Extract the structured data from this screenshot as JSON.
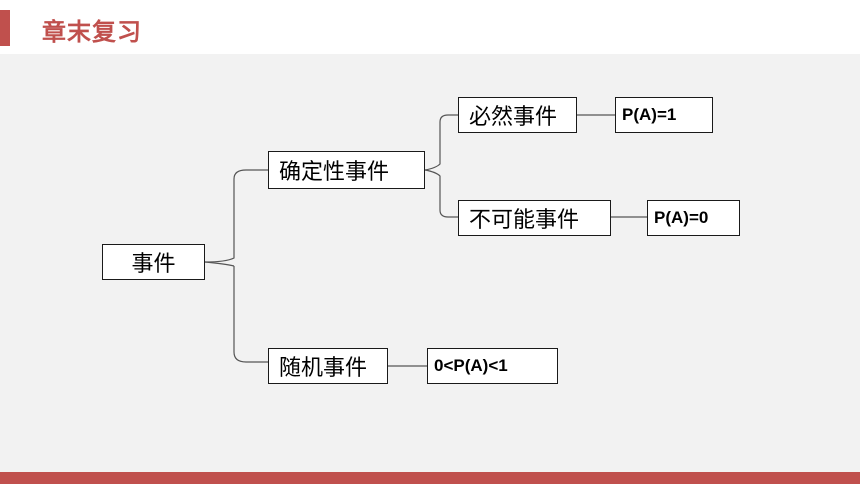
{
  "header": {
    "title": "章末复习"
  },
  "diagram": {
    "root": {
      "label": "事件"
    },
    "deterministic": {
      "label": "确定性事件"
    },
    "certain": {
      "label": "必然事件",
      "probability": "P(A)=1"
    },
    "impossible": {
      "label": "不可能事件",
      "probability": "P(A)=0"
    },
    "random": {
      "label": "随机事件",
      "probability": "0<P(A)<1"
    }
  },
  "colors": {
    "accent": "#c0504d",
    "canvas": "#f2f2f2",
    "box_border": "#1a1a1a",
    "connector": "#555555"
  }
}
